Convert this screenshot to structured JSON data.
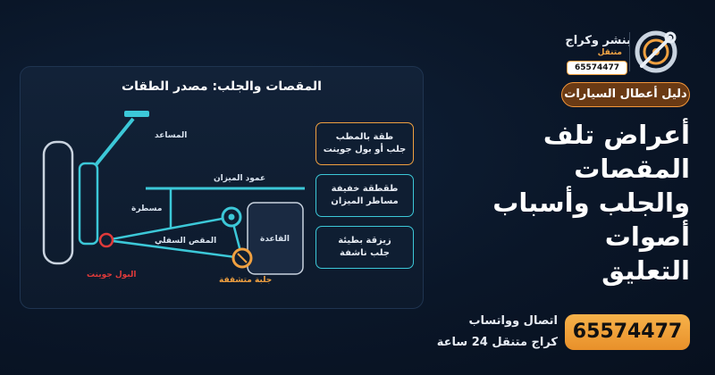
{
  "logo": {
    "brand": "بنشر وكراج",
    "sub": "متنقل",
    "phone": "65574477",
    "icon": "wheel-wrench-icon"
  },
  "guide_label": "دليل أعطال السيارات",
  "headline": {
    "line1": "أعراض تلف المقصات",
    "line2": "والجلب وأسباب أصوات",
    "line3": "التعليق"
  },
  "contact": {
    "phone": "65574477",
    "line1": "اتصال وواتساب",
    "line2": "كراج متنقل 24 ساعة"
  },
  "diagram": {
    "title": "المقصات والجلب: مصدر الطقات",
    "labels": {
      "shock": "المساعد",
      "steering_rod": "عمود الميزان",
      "bar": "مسطرة",
      "lower_arm": "المقص السفلي",
      "base": "القاعدة",
      "ball_joint": "البول جوينت",
      "cracked_bushing": "جلبة متشققة"
    },
    "symptoms": [
      {
        "line1": "طقة بالمطب",
        "line2": "جلب أو بول جوينت",
        "color": "#f0a040"
      },
      {
        "line1": "طقطقة خفيفة",
        "line2": "مساطر الميزان",
        "color": "#3cc8d8"
      },
      {
        "line1": "زيزقة بطيئة",
        "line2": "جلب ناشفة",
        "color": "#3cc8d8"
      }
    ]
  },
  "colors": {
    "accent": "#f0a040",
    "cyan": "#3cc8d8",
    "ball_joint": "#e03a3a",
    "background": "#0a1628"
  }
}
